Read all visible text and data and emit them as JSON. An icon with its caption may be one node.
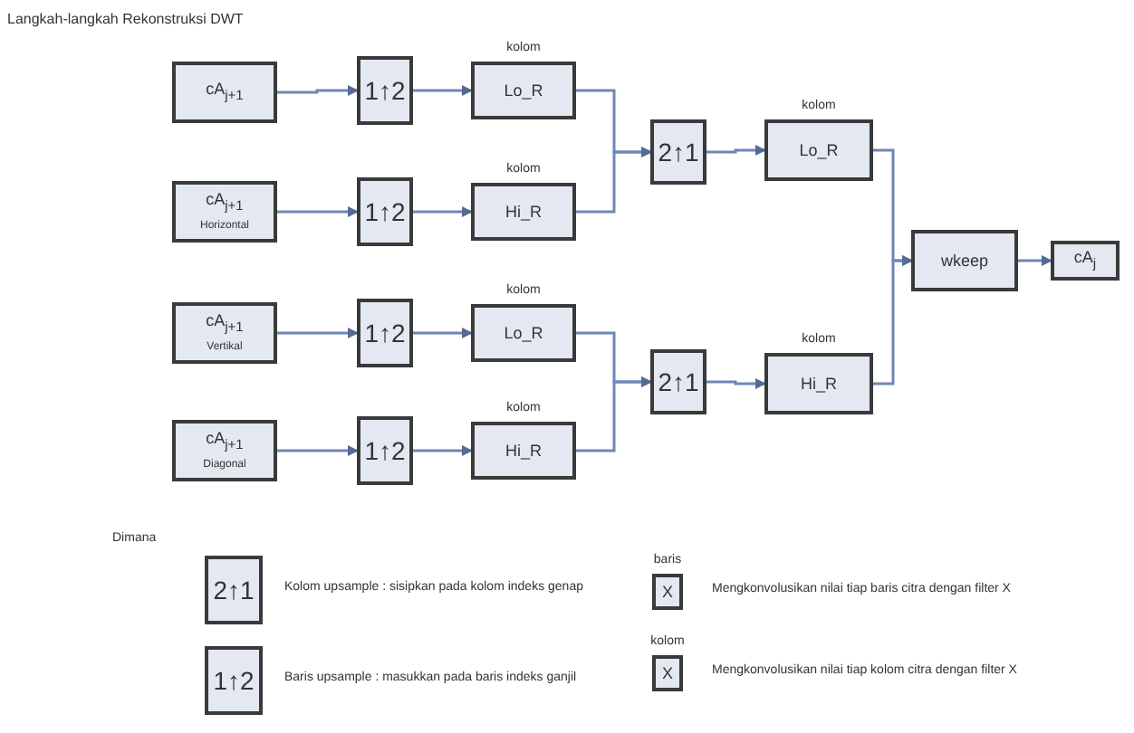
{
  "diagram": {
    "title": "Langkah-langkah Rekonstruksi DWT",
    "nodes": [
      {
        "text": [
          "cA$_{j+1}$"
        ]
      },
      {
        "text": [
          "cA$_{j+1}$",
          "Horizontal"
        ]
      },
      {
        "text": [
          "cA$_{j+1}$",
          "Vertikal"
        ]
      },
      {
        "text": [
          "cA$_{j+1}$",
          "Diagonal"
        ]
      },
      {
        "text": [
          "1↑2"
        ]
      },
      {
        "text": [
          "1↑2"
        ]
      },
      {
        "text": [
          "1↑2"
        ]
      },
      {
        "text": [
          "1↑2"
        ]
      },
      {
        "text": [
          "Lo_R"
        ],
        "beside": [
          "kolom"
        ]
      },
      {
        "text": [
          "Hi_R"
        ],
        "beside": [
          "kolom"
        ]
      },
      {
        "text": [
          "Lo_R"
        ],
        "beside": [
          "kolom"
        ]
      },
      {
        "text": [
          "Hi_R"
        ],
        "beside": [
          "kolom"
        ]
      },
      {
        "text": [
          "2↑1"
        ]
      },
      {
        "text": [
          "2↑1"
        ]
      },
      {
        "text": [
          "Lo_R"
        ],
        "beside": [
          "kolom"
        ]
      },
      {
        "text": [
          "Hi_R"
        ],
        "beside": [
          "kolom"
        ]
      },
      {
        "text": [
          "wkeep"
        ]
      },
      {
        "text": [
          "cA$_{j}$"
        ]
      },
      {
        "text": [
          "2↑1"
        ],
        "beside": [
          "Kolom upsample : sisipkan pada kolom indeks genap"
        ]
      },
      {
        "text": [
          "1↑2"
        ],
        "beside": [
          "Baris upsample : masukkan pada baris indeks ganjil"
        ]
      },
      {
        "text": [
          "X"
        ],
        "beside": [
          "baris",
          "Mengkonvolusikan nilai tiap baris citra dengan filter X"
        ]
      },
      {
        "text": [
          "X"
        ],
        "beside": [
          "kolom",
          "Mengkonvolusikan nilai tiap kolom citra dengan filter X"
        ]
      }
    ],
    "edges": [
      {
        "from": 0,
        "to": 4,
        "arrow": "to"
      },
      {
        "from": 1,
        "to": 5,
        "arrow": "to"
      },
      {
        "from": 2,
        "to": 6,
        "arrow": "to"
      },
      {
        "from": 3,
        "to": 7,
        "arrow": "to"
      },
      {
        "from": 4,
        "to": 8,
        "arrow": "to"
      },
      {
        "from": 5,
        "to": 9,
        "arrow": "to"
      },
      {
        "from": 6,
        "to": 10,
        "arrow": "to"
      },
      {
        "from": 7,
        "to": 11,
        "arrow": "to"
      },
      {
        "from": 8,
        "to": 12,
        "arrow": "to"
      },
      {
        "from": 9,
        "to": 12,
        "arrow": "to"
      },
      {
        "from": 10,
        "to": 13,
        "arrow": "to"
      },
      {
        "from": 11,
        "to": 13,
        "arrow": "to"
      },
      {
        "from": 12,
        "to": 14,
        "arrow": "to"
      },
      {
        "from": 13,
        "to": 15,
        "arrow": "to"
      },
      {
        "from": 14,
        "to": 16,
        "arrow": "to"
      },
      {
        "from": 15,
        "to": 16,
        "arrow": "to"
      },
      {
        "from": 16,
        "to": 17,
        "arrow": "to"
      }
    ],
    "labels": [
      "Dimana"
    ]
  }
}
